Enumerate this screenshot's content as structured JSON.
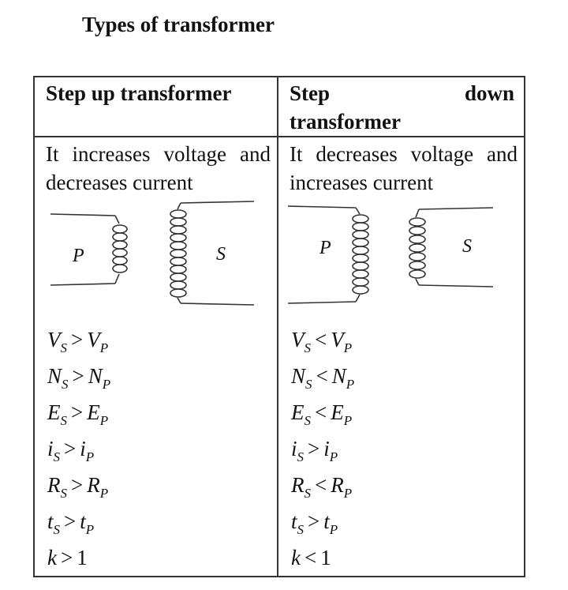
{
  "title": "Types of transformer",
  "columns": [
    {
      "heading_line1": "Step up transformer",
      "heading_word_a": "",
      "heading_word_b": "",
      "heading_line2": "",
      "description": "It increases voltage and decreases current",
      "diagram": {
        "primary_label": "P",
        "secondary_label": "S"
      },
      "relations": [
        {
          "a": "V",
          "as": "S",
          "op": ">",
          "b": "V",
          "bs": "P"
        },
        {
          "a": "N",
          "as": "S",
          "op": ">",
          "b": "N",
          "bs": "P"
        },
        {
          "a": "E",
          "as": "S",
          "op": ">",
          "b": "E",
          "bs": "P"
        },
        {
          "a": "i",
          "as": "S",
          "op": ">",
          "b": "i",
          "bs": "P"
        },
        {
          "a": "R",
          "as": "S",
          "op": ">",
          "b": "R",
          "bs": "P"
        },
        {
          "a": "t",
          "as": "S",
          "op": ">",
          "b": "t",
          "bs": "P"
        },
        {
          "a": "k",
          "as": "",
          "op": ">",
          "b": "1",
          "bs": ""
        }
      ]
    },
    {
      "heading_line1": "",
      "heading_word_a": "Step",
      "heading_word_b": "down",
      "heading_line2": "transformer",
      "description": "It decreases voltage and increases current",
      "diagram": {
        "primary_label": "P",
        "secondary_label": "S"
      },
      "relations": [
        {
          "a": "V",
          "as": "S",
          "op": "<",
          "b": "V",
          "bs": "P"
        },
        {
          "a": "N",
          "as": "S",
          "op": "<",
          "b": "N",
          "bs": "P"
        },
        {
          "a": "E",
          "as": "S",
          "op": "<",
          "b": "E",
          "bs": "P"
        },
        {
          "a": "i",
          "as": "S",
          "op": ">",
          "b": "i",
          "bs": "P"
        },
        {
          "a": "R",
          "as": "S",
          "op": "<",
          "b": "R",
          "bs": "P"
        },
        {
          "a": "t",
          "as": "S",
          "op": ">",
          "b": "t",
          "bs": "P"
        },
        {
          "a": "k",
          "as": "",
          "op": "<",
          "b": "1",
          "bs": ""
        }
      ]
    }
  ]
}
